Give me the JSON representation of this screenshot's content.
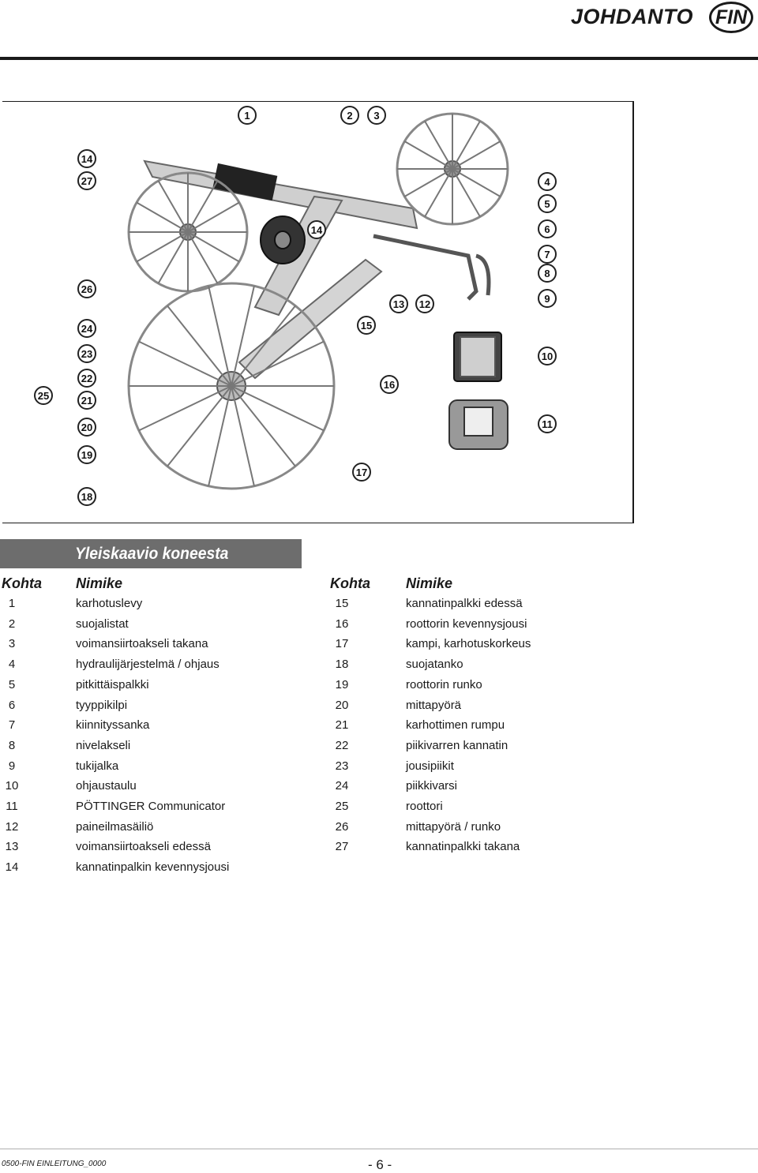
{
  "header": {
    "title": "JOHDANTO",
    "lang": "FIN"
  },
  "figure": {
    "callouts": [
      "1",
      "2",
      "3",
      "4",
      "5",
      "6",
      "7",
      "8",
      "9",
      "10",
      "11",
      "12",
      "13",
      "14",
      "15",
      "16",
      "17",
      "18",
      "19",
      "20",
      "21",
      "22",
      "23",
      "24",
      "25",
      "26",
      "27"
    ]
  },
  "caption": "Yleiskaavio koneesta",
  "table": {
    "col_kohta": "Kohta",
    "col_nimike": "Nimike",
    "left": [
      {
        "num": "1",
        "name": "karhotuslevy"
      },
      {
        "num": "2",
        "name": "suojalistat"
      },
      {
        "num": "3",
        "name": "voimansiirtoakseli takana"
      },
      {
        "num": "4",
        "name": "hydraulijärjestelmä / ohjaus"
      },
      {
        "num": "5",
        "name": "pitkittäispalkki"
      },
      {
        "num": "6",
        "name": "tyyppikilpi"
      },
      {
        "num": "7",
        "name": "kiinnityssanka"
      },
      {
        "num": "8",
        "name": "nivelakseli"
      },
      {
        "num": "9",
        "name": "tukijalka"
      },
      {
        "num": "10",
        "name": "ohjaustaulu"
      },
      {
        "num": "11",
        "name": "PÖTTINGER Communicator"
      },
      {
        "num": "12",
        "name": "paineilmasäiliö"
      },
      {
        "num": "13",
        "name": "voimansiirtoakseli edessä"
      },
      {
        "num": "14",
        "name": "kannatinpalkin kevennysjousi"
      }
    ],
    "right": [
      {
        "num": "15",
        "name": "kannatinpalkki edessä"
      },
      {
        "num": "16",
        "name": "roottorin kevennysjousi"
      },
      {
        "num": "17",
        "name": "kampi, karhotuskorkeus"
      },
      {
        "num": "18",
        "name": "suojatanko"
      },
      {
        "num": "19",
        "name": "roottorin runko"
      },
      {
        "num": "20",
        "name": "mittapyörä"
      },
      {
        "num": "21",
        "name": "karhottimen rumpu"
      },
      {
        "num": "22",
        "name": "piikivarren kannatin"
      },
      {
        "num": "23",
        "name": "jousipiikit"
      },
      {
        "num": "24",
        "name": "piikkivarsi"
      },
      {
        "num": "25",
        "name": "roottori"
      },
      {
        "num": "26",
        "name": "mittapyörä / runko"
      },
      {
        "num": "27",
        "name": "kannatinpalkki takana"
      }
    ]
  },
  "footer": {
    "code": "0500-FIN EINLEITUNG_0000",
    "page": "- 6 -"
  }
}
